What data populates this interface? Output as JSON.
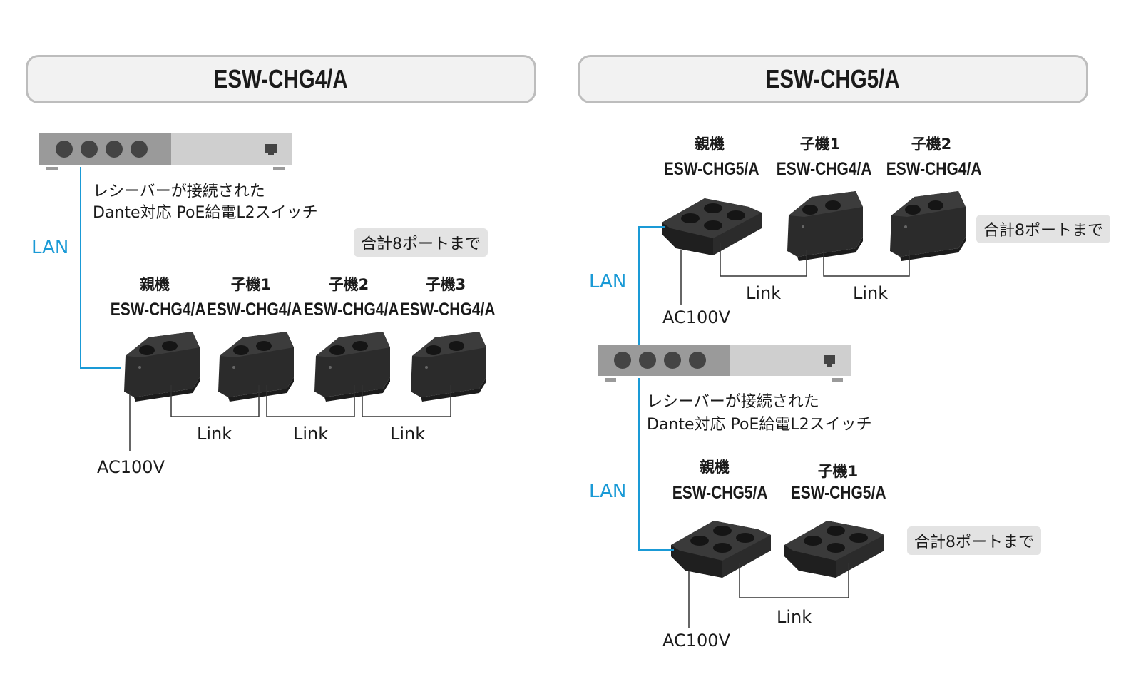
{
  "left": {
    "title": "ESW-CHG4/A",
    "switch_label_line1": "レシーバーが接続された",
    "switch_label_line2": "Dante対応 PoE給電L2スイッチ",
    "lan": "LAN",
    "badge": "合計8ポートまで",
    "chargers": [
      {
        "role": "親機",
        "model": "ESW-CHG4/A"
      },
      {
        "role": "子機1",
        "model": "ESW-CHG4/A"
      },
      {
        "role": "子機2",
        "model": "ESW-CHG4/A"
      },
      {
        "role": "子機3",
        "model": "ESW-CHG4/A"
      }
    ],
    "links": [
      "Link",
      "Link",
      "Link"
    ],
    "power": "AC100V"
  },
  "right": {
    "title": "ESW-CHG5/A",
    "top_group": {
      "chargers": [
        {
          "role": "親機",
          "model": "ESW-CHG5/A"
        },
        {
          "role": "子機1",
          "model": "ESW-CHG4/A"
        },
        {
          "role": "子機2",
          "model": "ESW-CHG4/A"
        }
      ],
      "links": [
        "Link",
        "Link"
      ],
      "badge": "合計8ポートまで",
      "lan": "LAN",
      "power": "AC100V"
    },
    "switch_label_line1": "レシーバーが接続された",
    "switch_label_line2": "Dante対応 PoE給電L2スイッチ",
    "bottom_group": {
      "chargers": [
        {
          "role": "親機",
          "model": "ESW-CHG5/A"
        },
        {
          "role": "子機1",
          "model": "ESW-CHG5/A"
        }
      ],
      "links": [
        "Link"
      ],
      "badge": "合計8ポートまで",
      "lan": "LAN",
      "power": "AC100V"
    }
  },
  "colors": {
    "lan_line": "#1a9ad6",
    "switch_dark": "#9a9a9a",
    "switch_light": "#cfcfcf",
    "charger": "#2b2b2b"
  },
  "icons": {
    "switch": "network-switch-icon",
    "charger_2bay": "charger-2bay-icon",
    "charger_4bay": "charger-4bay-icon"
  }
}
